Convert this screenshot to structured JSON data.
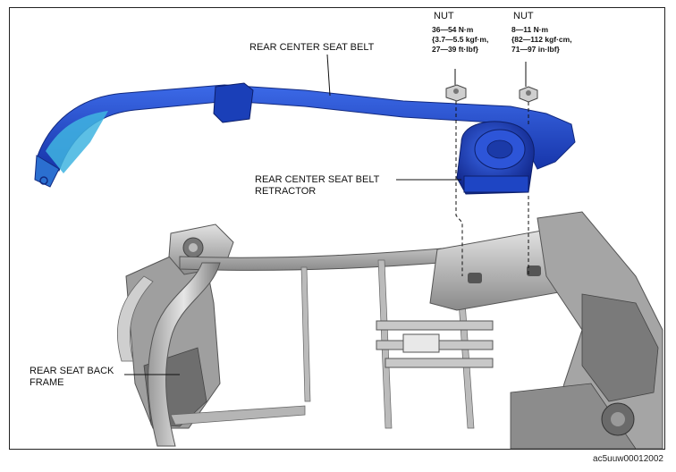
{
  "callouts": {
    "belt": "REAR CENTER SEAT BELT",
    "retractor_line1": "REAR CENTER SEAT BELT",
    "retractor_line2": "RETRACTOR",
    "frame_line1": "REAR SEAT BACK",
    "frame_line2": "FRAME"
  },
  "nuts": [
    {
      "title": "NUT",
      "spec_line1": "36—54 N·m",
      "spec_line2": "{3.7—5.5 kgf·m,",
      "spec_line3": "27—39 ft·lbf}"
    },
    {
      "title": "NUT",
      "spec_line1": "8—11 N·m",
      "spec_line2": "{82—112 kgf·cm,",
      "spec_line3": "71—97 in·lbf}"
    }
  ],
  "figure_id": "ac5uuw00012002",
  "colors": {
    "belt": "#1f4fd6",
    "belt_dark": "#16309a",
    "belt_light": "#3fb4e0",
    "frame": "#b9b9b9"
  }
}
